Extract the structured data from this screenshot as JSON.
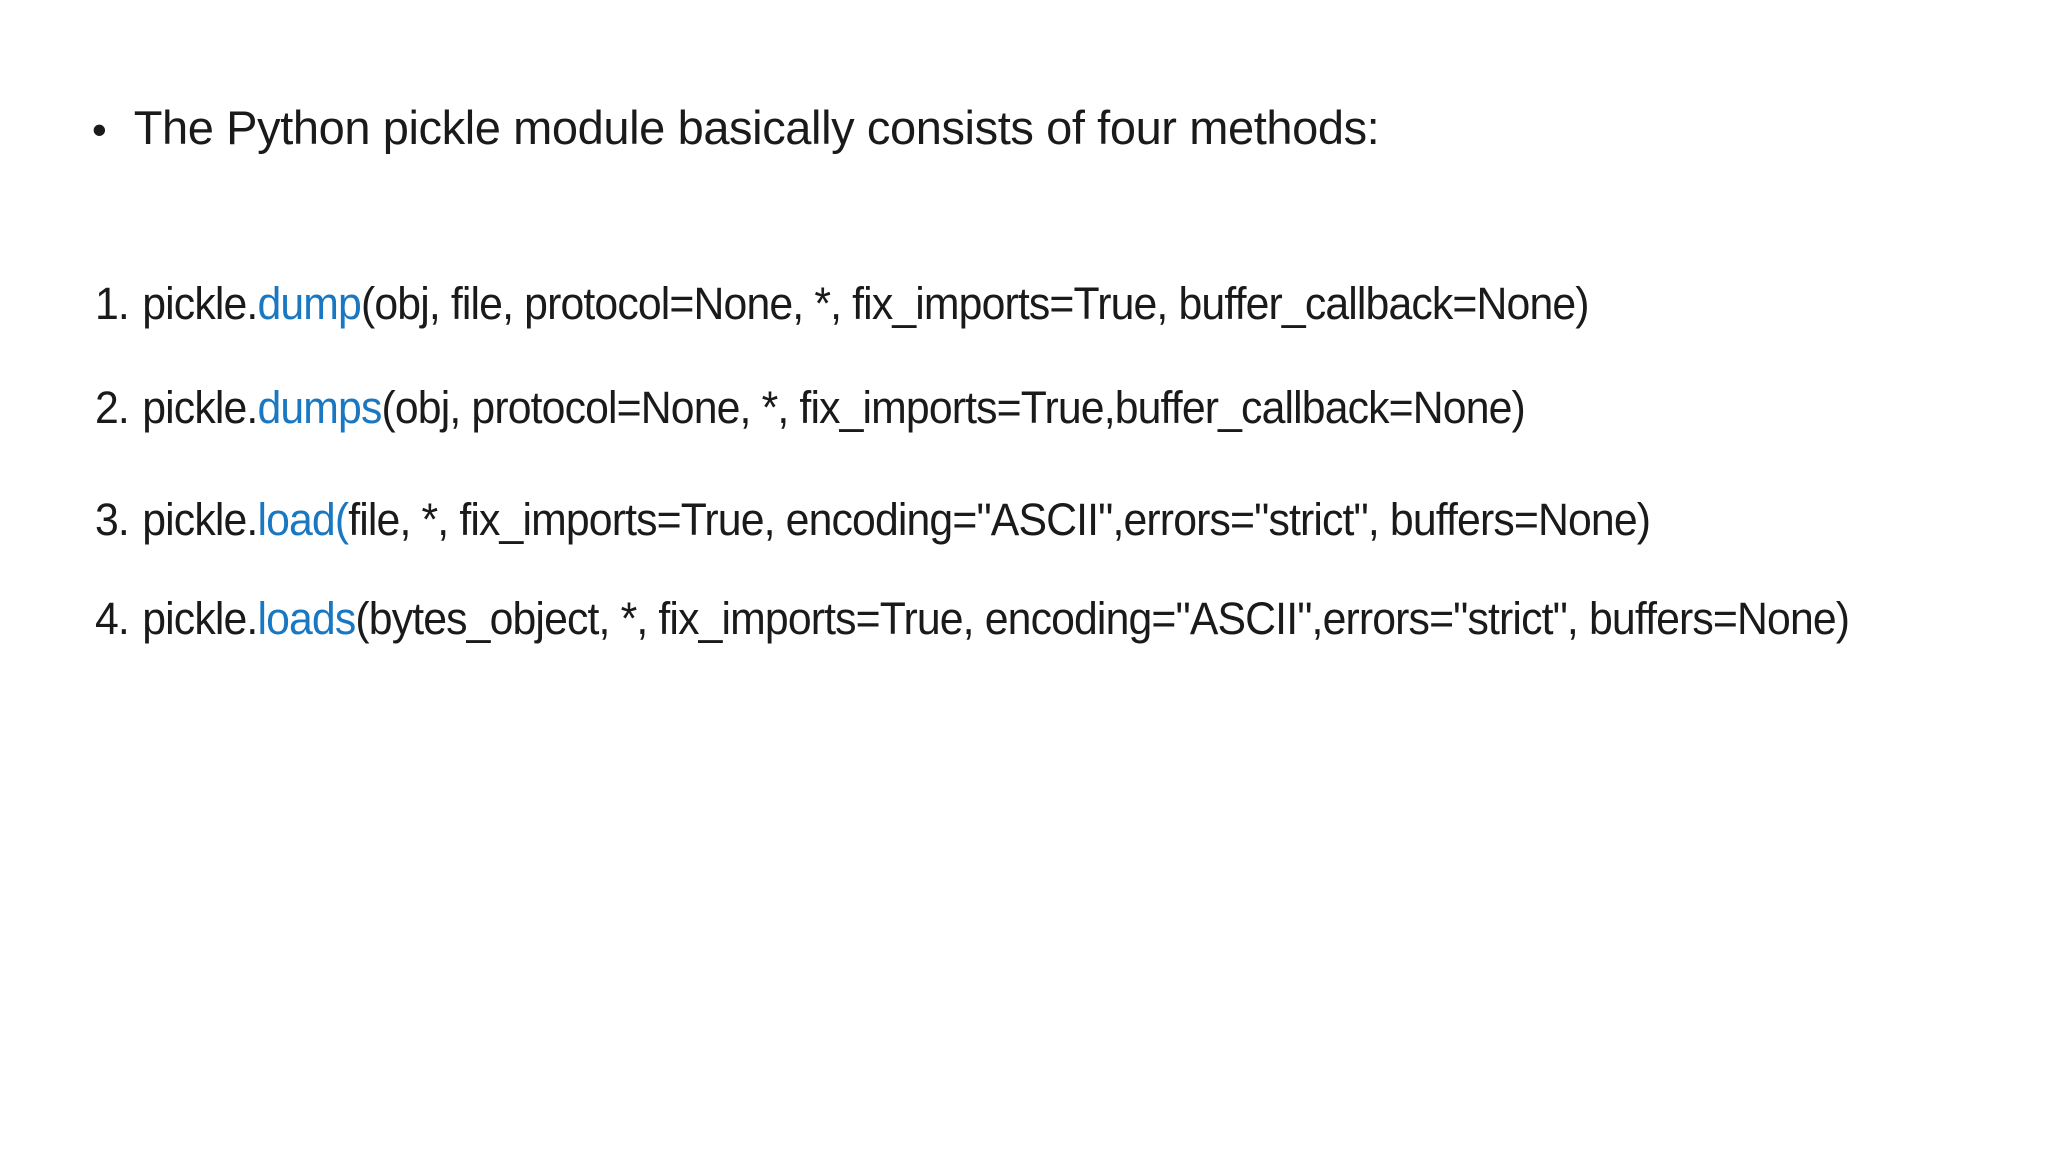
{
  "slide": {
    "colors": {
      "background": "#ffffff",
      "text": "#1a1a1a",
      "accent": "#1a78c2"
    },
    "bullet": {
      "marker": "•",
      "text": "The Python pickle module basically consists of four methods:"
    },
    "methods": [
      {
        "number": "1.",
        "prefix": "pickle.",
        "name": "dump",
        "args": "(obj, file, protocol=None, *, fix_imports=True, buffer_callback=None)"
      },
      {
        "number": "2.",
        "prefix": "pickle.",
        "name": "dumps",
        "args": "(obj, protocol=None, *, fix_imports=True,buffer_callback=None)"
      },
      {
        "number": "3.",
        "prefix": "pickle.",
        "name": "load(",
        "args": "file, *, fix_imports=True, encoding=\"ASCII\",errors=\"strict\", buffers=None)"
      },
      {
        "number": "4.",
        "prefix": "pickle.",
        "name": "loads",
        "args": "(bytes_object, *, fix_imports=True, encoding=\"ASCII\",errors=\"strict\", buffers=None)"
      }
    ]
  }
}
